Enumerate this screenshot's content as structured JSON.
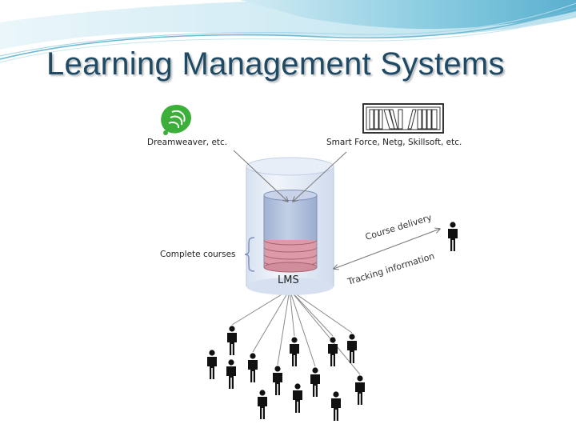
{
  "slide": {
    "title": "Learning Management Systems"
  },
  "diagram": {
    "authoring_tool_label": "Dreamweaver, etc.",
    "content_vendor_label": "Smart Force, Netg, Skillsoft, etc.",
    "complete_courses_label": "Complete courses",
    "lms_label": "LMS",
    "course_delivery_label": "Course delivery",
    "tracking_information_label": "Tracking information"
  },
  "colors": {
    "title": "#1f4a66",
    "header_wave": "#7cc3da",
    "db_top": "#b9c6de",
    "db_stripe": "#dc9aa8",
    "icon_green": "#3cae3a"
  },
  "icons": {
    "authoring": "dreamweaver-logo-icon",
    "vendor": "bookshelf-icon",
    "learner": "person-icon"
  }
}
